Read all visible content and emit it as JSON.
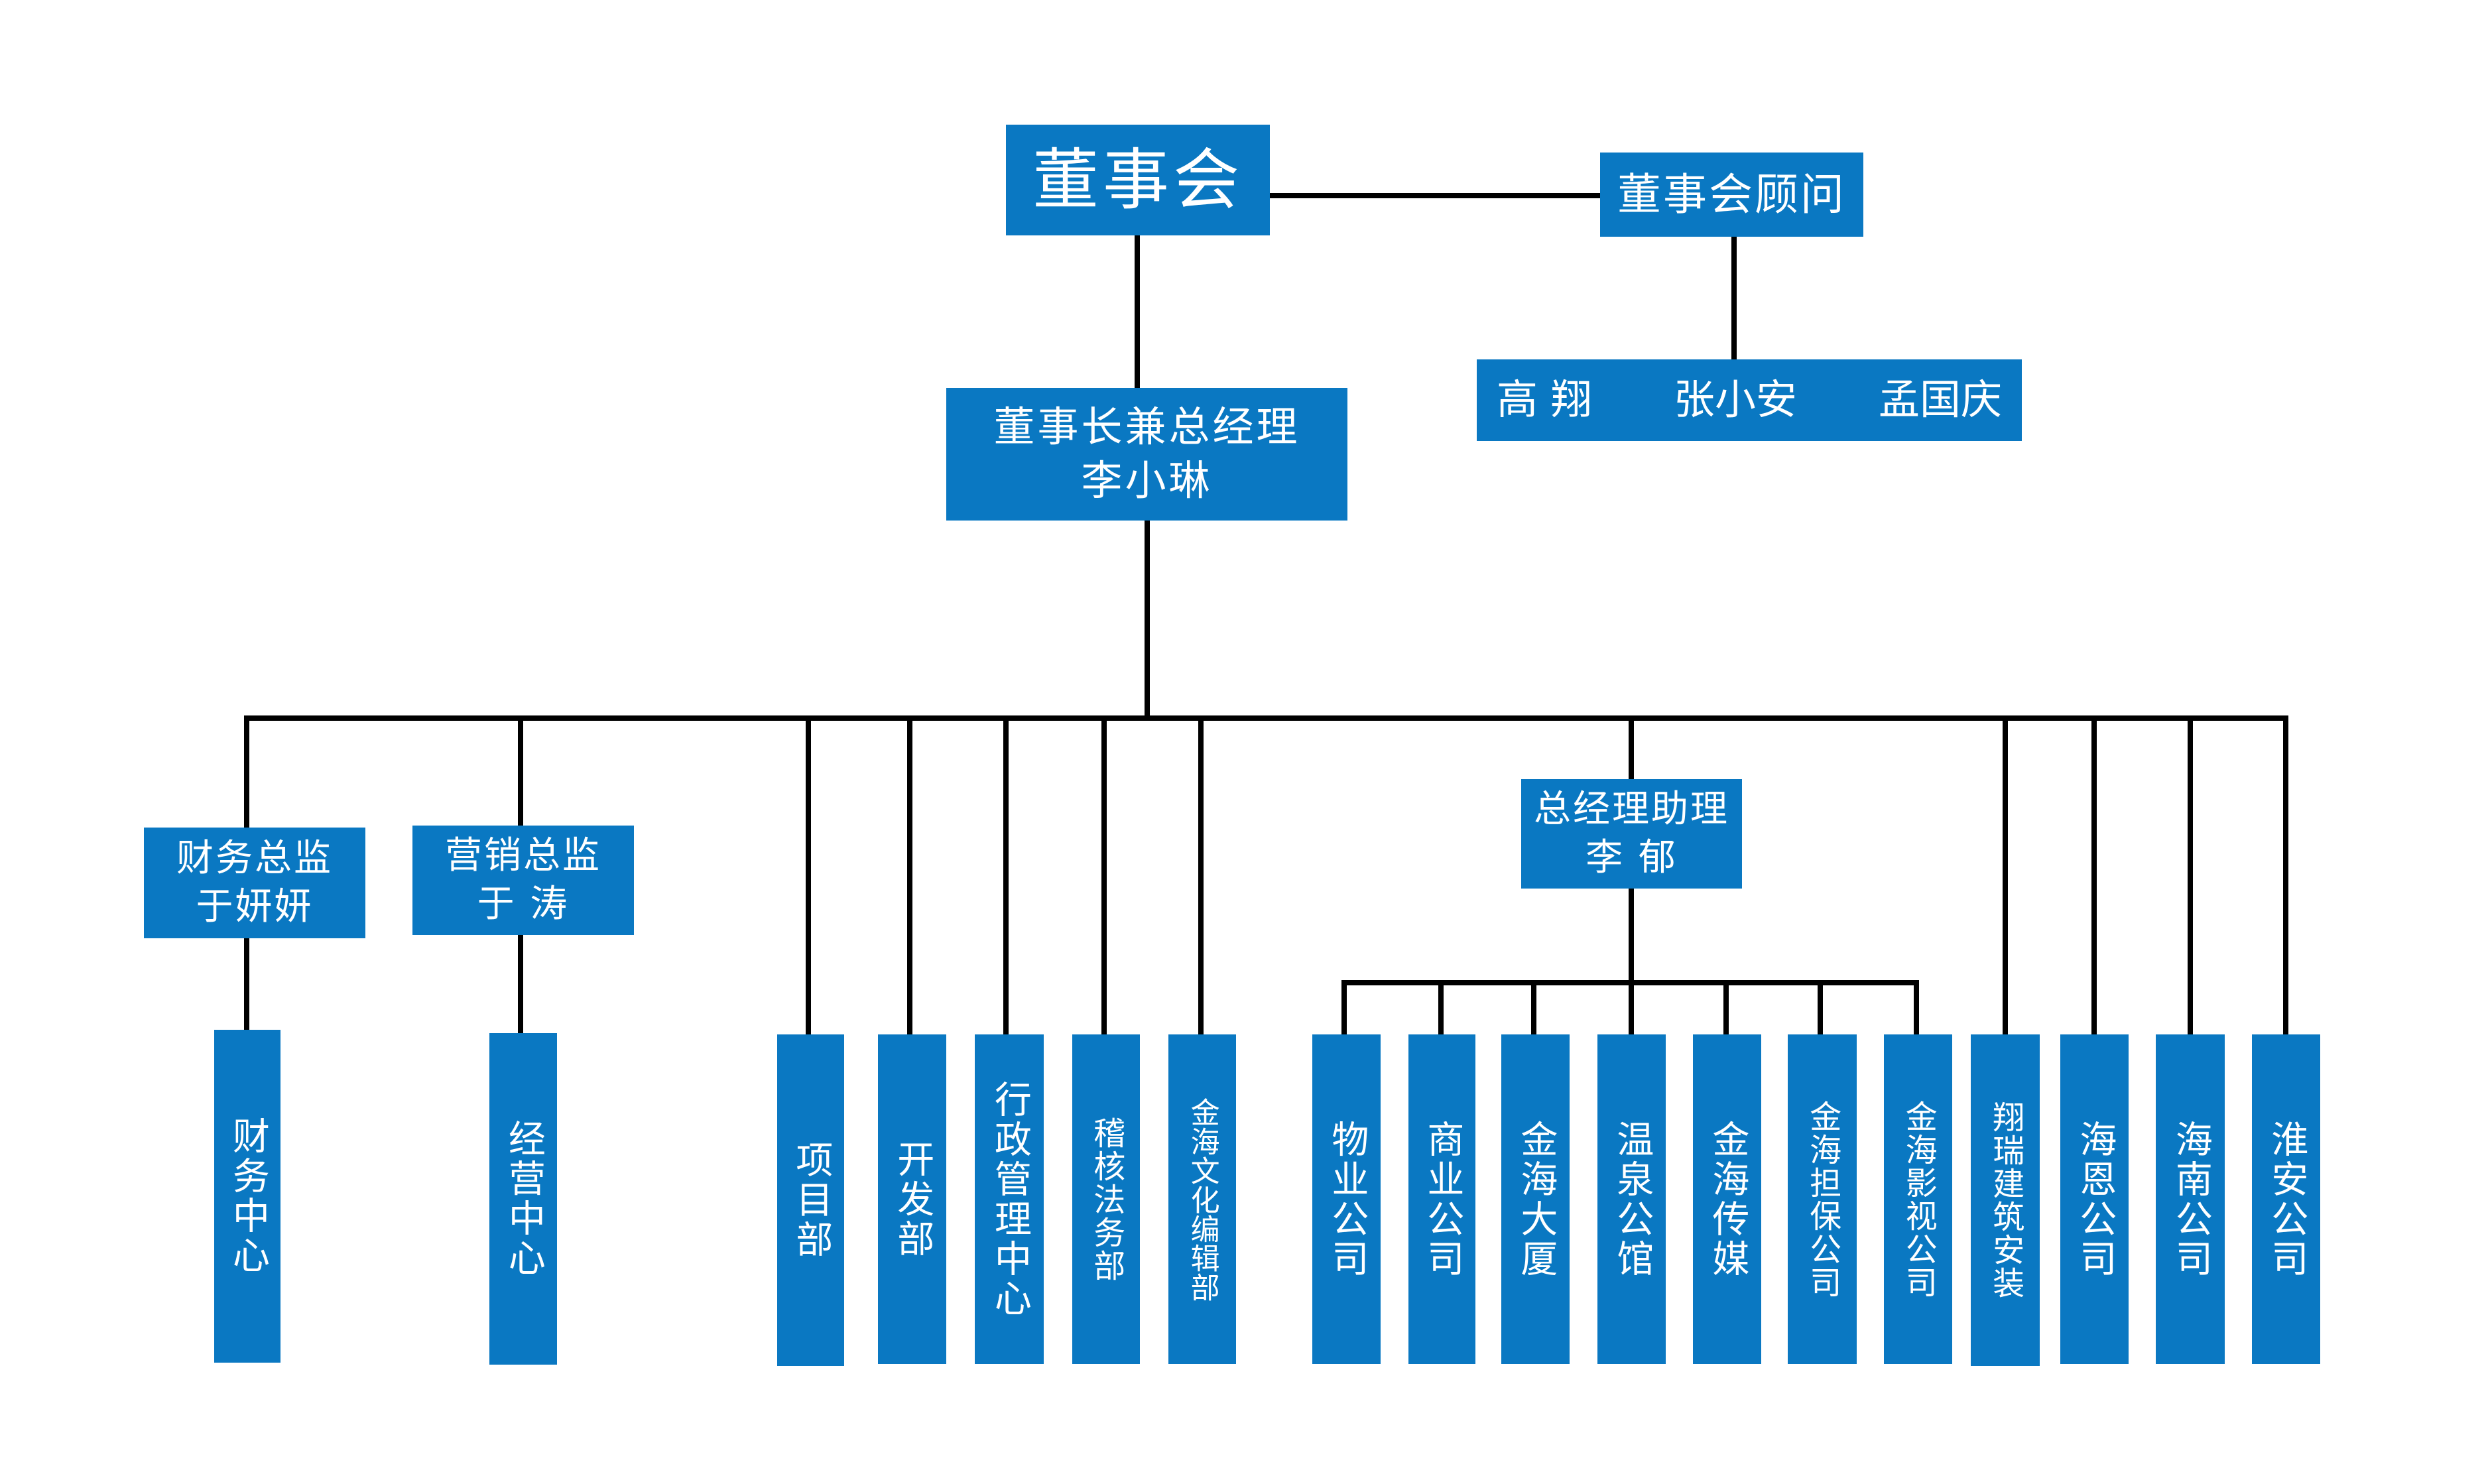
{
  "board": "董事会",
  "advisor": {
    "title": "董事会顾问",
    "members": [
      "高 翔",
      "张小安",
      "孟国庆"
    ]
  },
  "chairman": {
    "title": "董事长兼总经理",
    "name": "李小琳"
  },
  "finance_director": {
    "title": "财务总监",
    "name": "于妍妍"
  },
  "marketing_director": {
    "title": "营销总监",
    "name": "于 涛"
  },
  "gm_assistant": {
    "title": "总经理助理",
    "name": "李 郁"
  },
  "units": {
    "finance_center": "财务中心",
    "operation_center": "经营中心",
    "project_dept": "项目部",
    "development_dept": "开发部",
    "admin_center": "行政管理中心",
    "audit_legal_dept": "稽核法务部",
    "culture_editorial_dept": "金海文化编辑部",
    "property_company": "物业公司",
    "commercial_company": "商业公司",
    "jinhai_building": "金海大厦",
    "hot_spring_hall": "温泉公馆",
    "jinhai_media": "金海传媒",
    "jinhai_guarantee": "金海担保公司",
    "jinhai_film": "金海影视公司",
    "xiangrui_construction": "翔瑞建筑安装",
    "haien_company": "海恩公司",
    "hainan_company": "海南公司",
    "huaian_company": "淮安公司"
  },
  "colors": {
    "box": "#0a78c2",
    "text": "#ffffff",
    "line": "#000000"
  }
}
